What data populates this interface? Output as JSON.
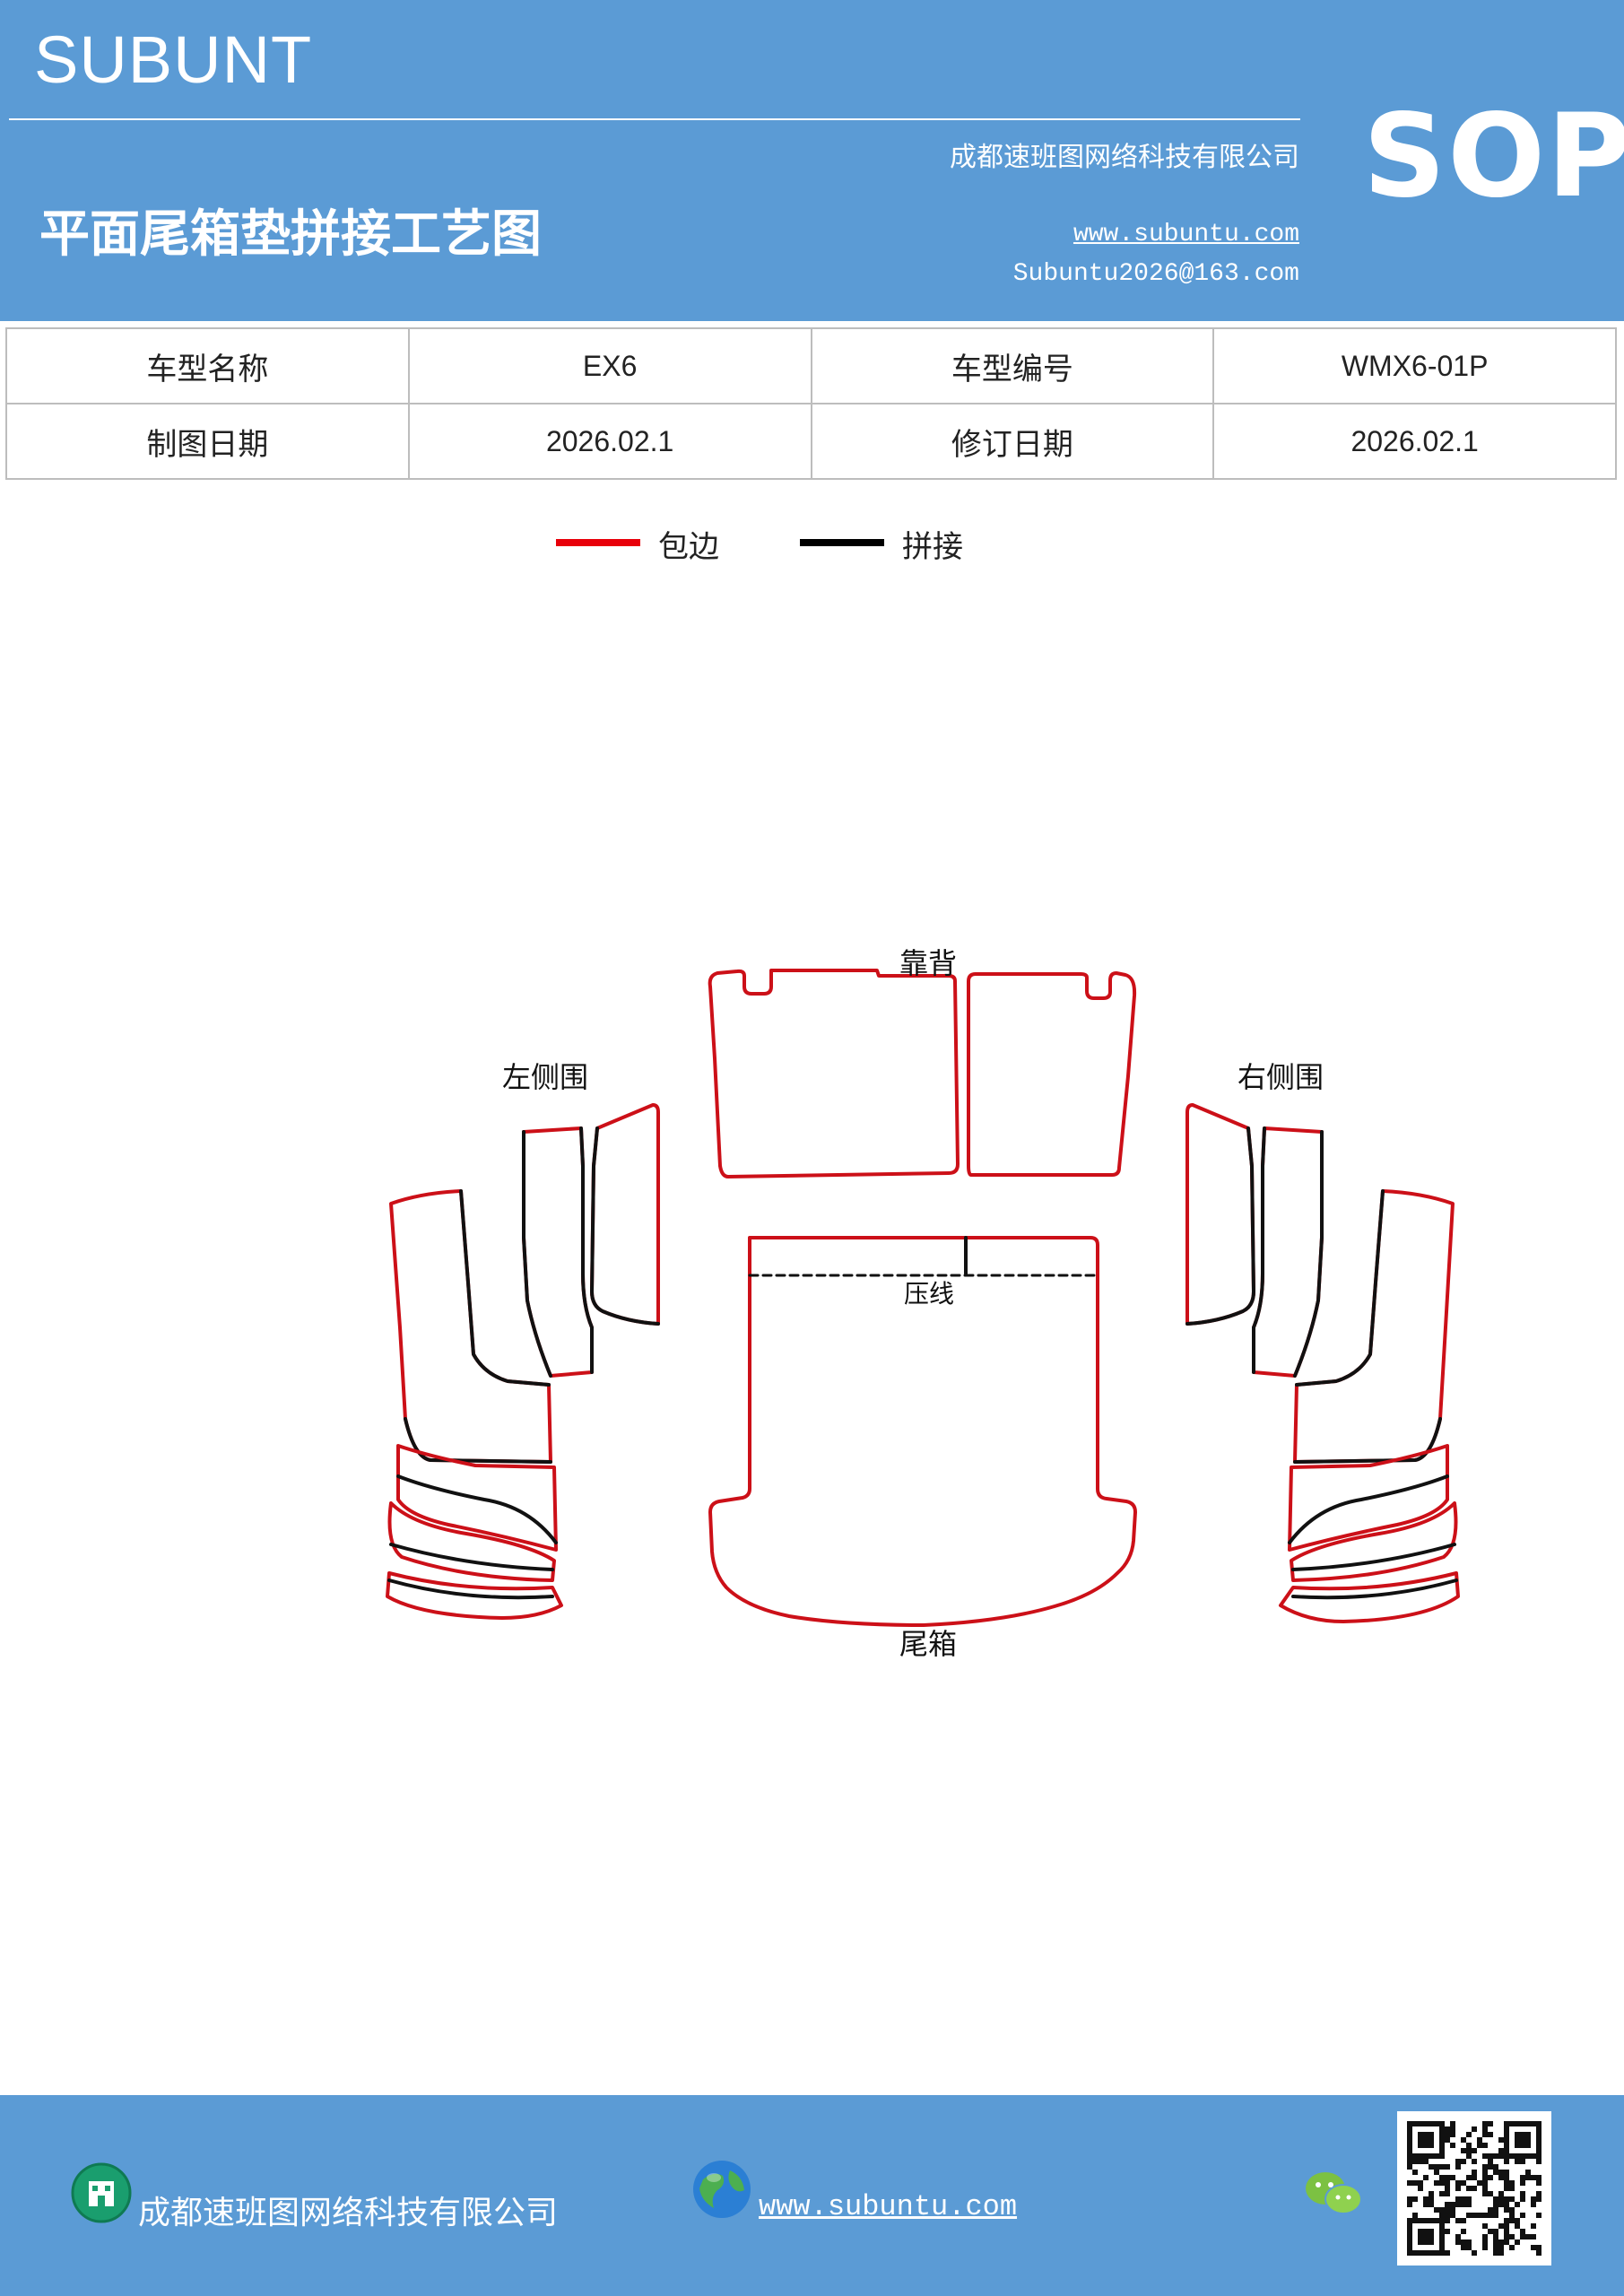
{
  "header": {
    "brand": "SUBUNT",
    "company": "成都速班图网络科技有限公司",
    "title": "平面尾箱垫拼接工艺图",
    "website": "www.subuntu.com",
    "email": "Subuntu2026@163.com",
    "badge": "SOP"
  },
  "info_table": {
    "rows": [
      {
        "label1": "车型名称",
        "value1": "EX6",
        "label2": "车型编号",
        "value2": "WMX6-01P"
      },
      {
        "label1": "制图日期",
        "value1": "2026.02.1",
        "label2": "修订日期",
        "value2": "2026.02.1"
      }
    ]
  },
  "legend": [
    {
      "label": "包边",
      "color": "#e8000a"
    },
    {
      "label": "拼接",
      "color": "#000000"
    }
  ],
  "diagram": {
    "backrest": "靠背",
    "left_side": "左侧围",
    "right_side": "右侧围",
    "press_line": "压线",
    "trunk": "尾箱",
    "edge_color": "#cc1018",
    "seam_color": "#111111"
  },
  "footer": {
    "company": "成都速班图网络科技有限公司",
    "website": "www.subuntu.com",
    "icons": [
      "building-icon",
      "globe-icon",
      "wechat-icon",
      "qr-code"
    ]
  }
}
